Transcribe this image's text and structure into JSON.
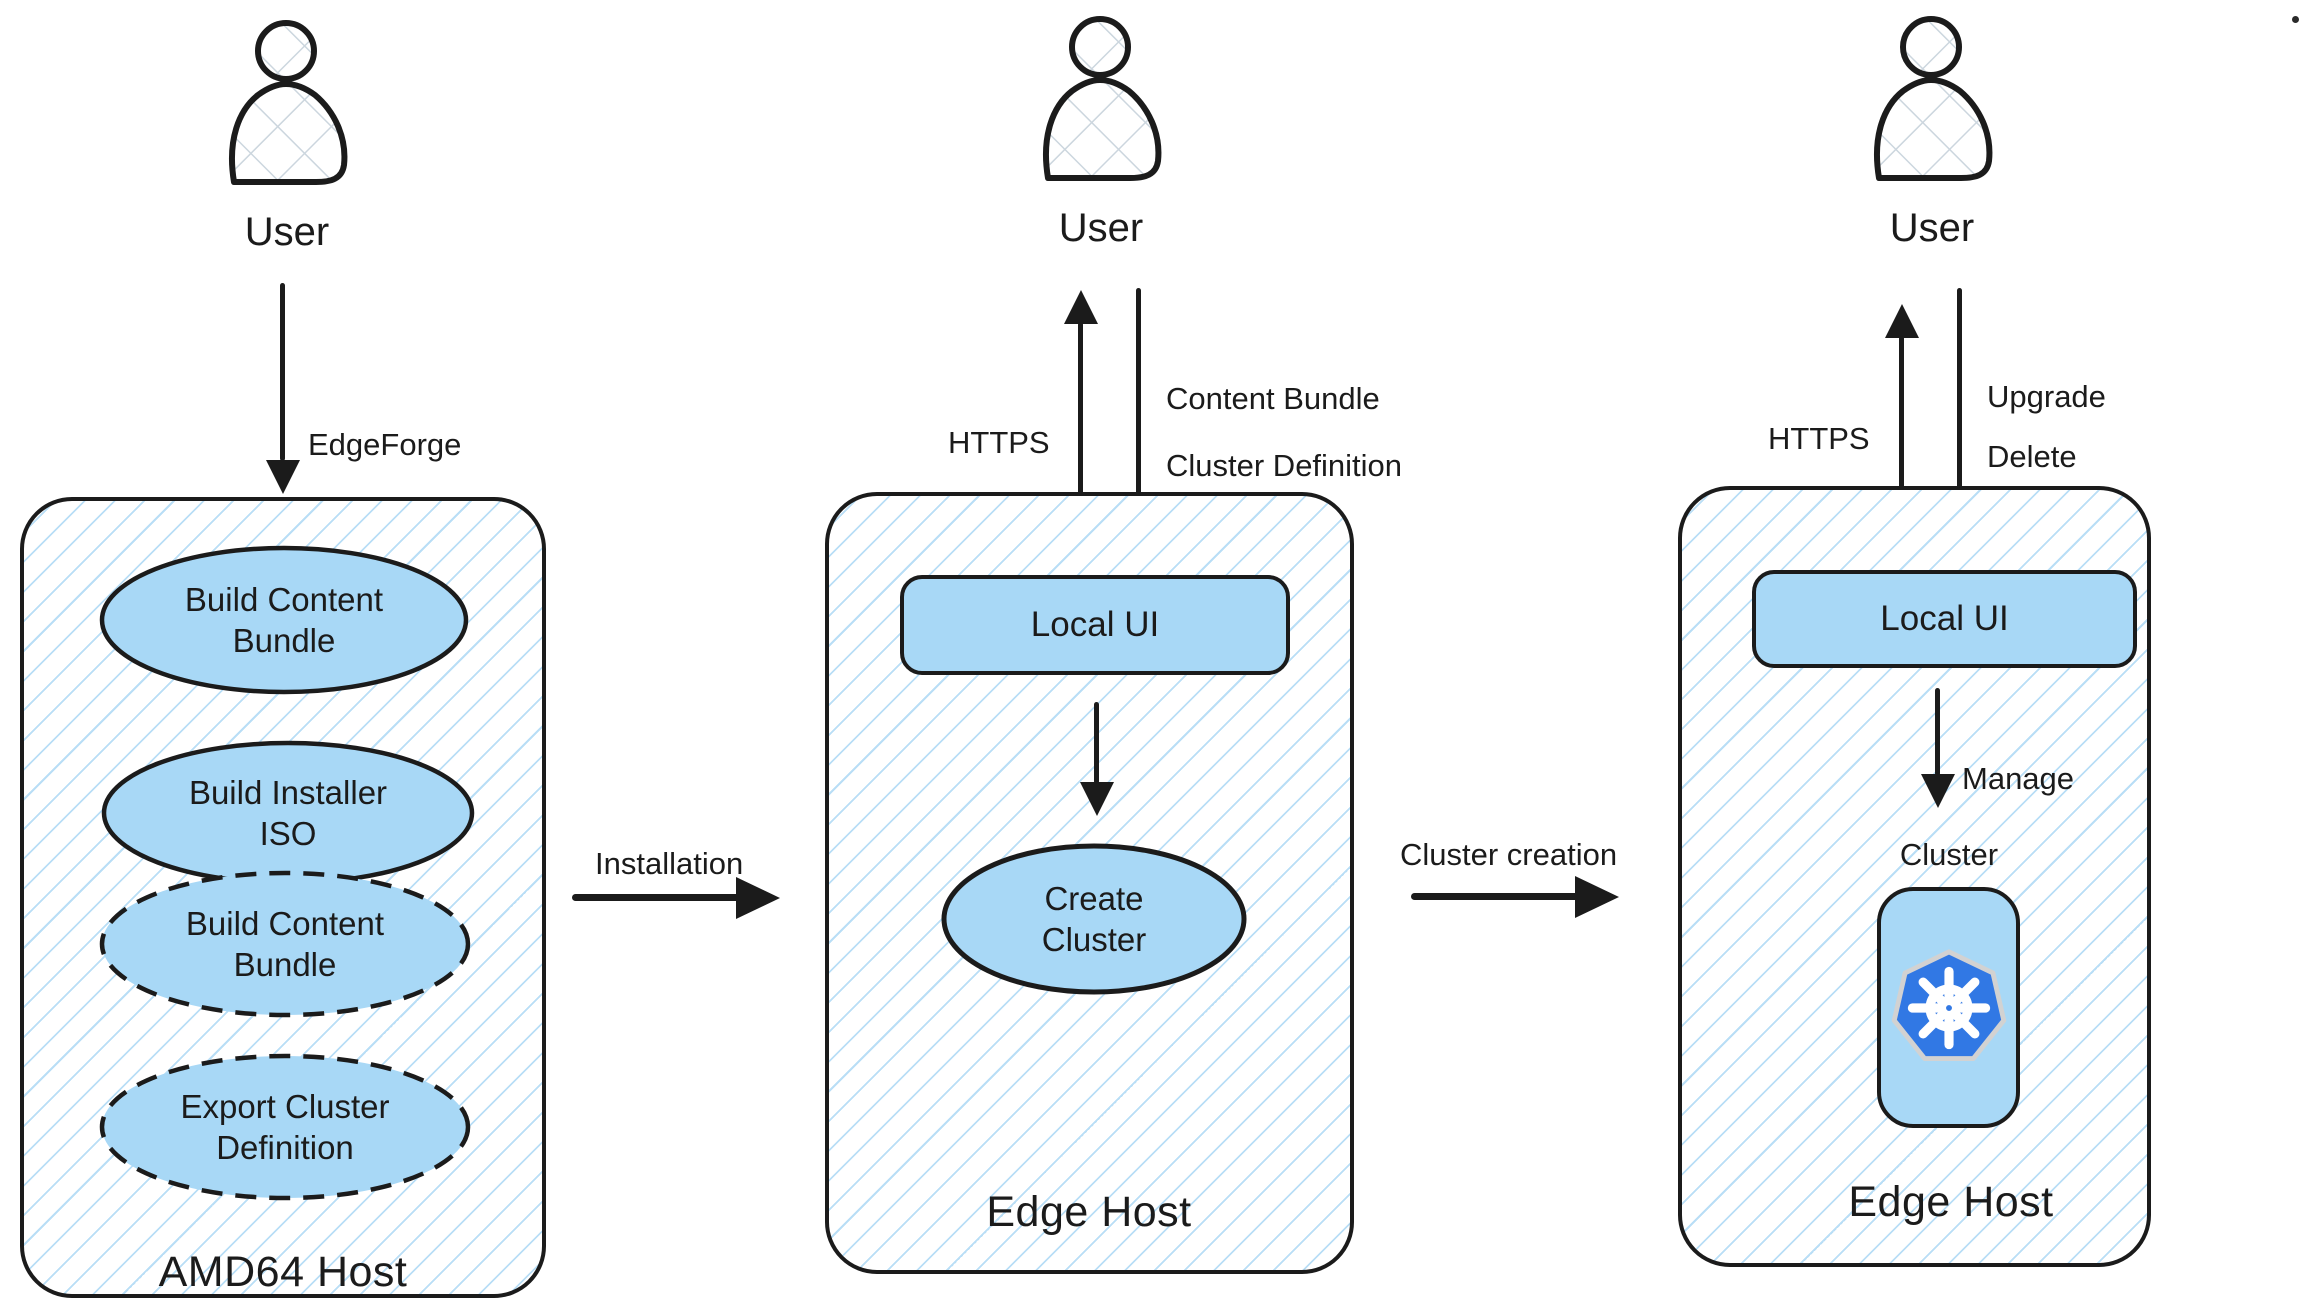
{
  "colors": {
    "node_fill": "#a8d8f6",
    "hatch_line": "#b9def6",
    "stroke": "#1b1b1b",
    "k8s_blue": "#3178e4"
  },
  "actors": [
    {
      "label": "User"
    },
    {
      "label": "User"
    },
    {
      "label": "User"
    }
  ],
  "left_section": {
    "arrow_label": "EdgeForge",
    "panel_title": "AMD64 Host",
    "nodes": [
      {
        "line1": "Build Content",
        "line2": "Bundle",
        "border": "solid"
      },
      {
        "line1": "Build Installer",
        "line2": "ISO",
        "border": "solid"
      },
      {
        "line1": "Build Content",
        "line2": "Bundle",
        "border": "dashed"
      },
      {
        "line1": "Export Cluster",
        "line2": "Definition",
        "border": "dashed"
      }
    ]
  },
  "flows": {
    "installation": "Installation",
    "cluster_creation": "Cluster creation"
  },
  "middle_section": {
    "https_label": "HTTPS",
    "down_labels": {
      "line1": "Content Bundle",
      "line2": "Cluster Definition"
    },
    "local_ui_label": "Local UI",
    "node": {
      "line1": "Create",
      "line2": "Cluster"
    },
    "panel_title": "Edge Host"
  },
  "right_section": {
    "https_label": "HTTPS",
    "down_labels": {
      "line1": "Upgrade",
      "line2": "Delete"
    },
    "local_ui_label": "Local UI",
    "manage_label": "Manage",
    "cluster_label": "Cluster",
    "panel_title": "Edge Host",
    "k8s_icon": "kubernetes-logo"
  }
}
